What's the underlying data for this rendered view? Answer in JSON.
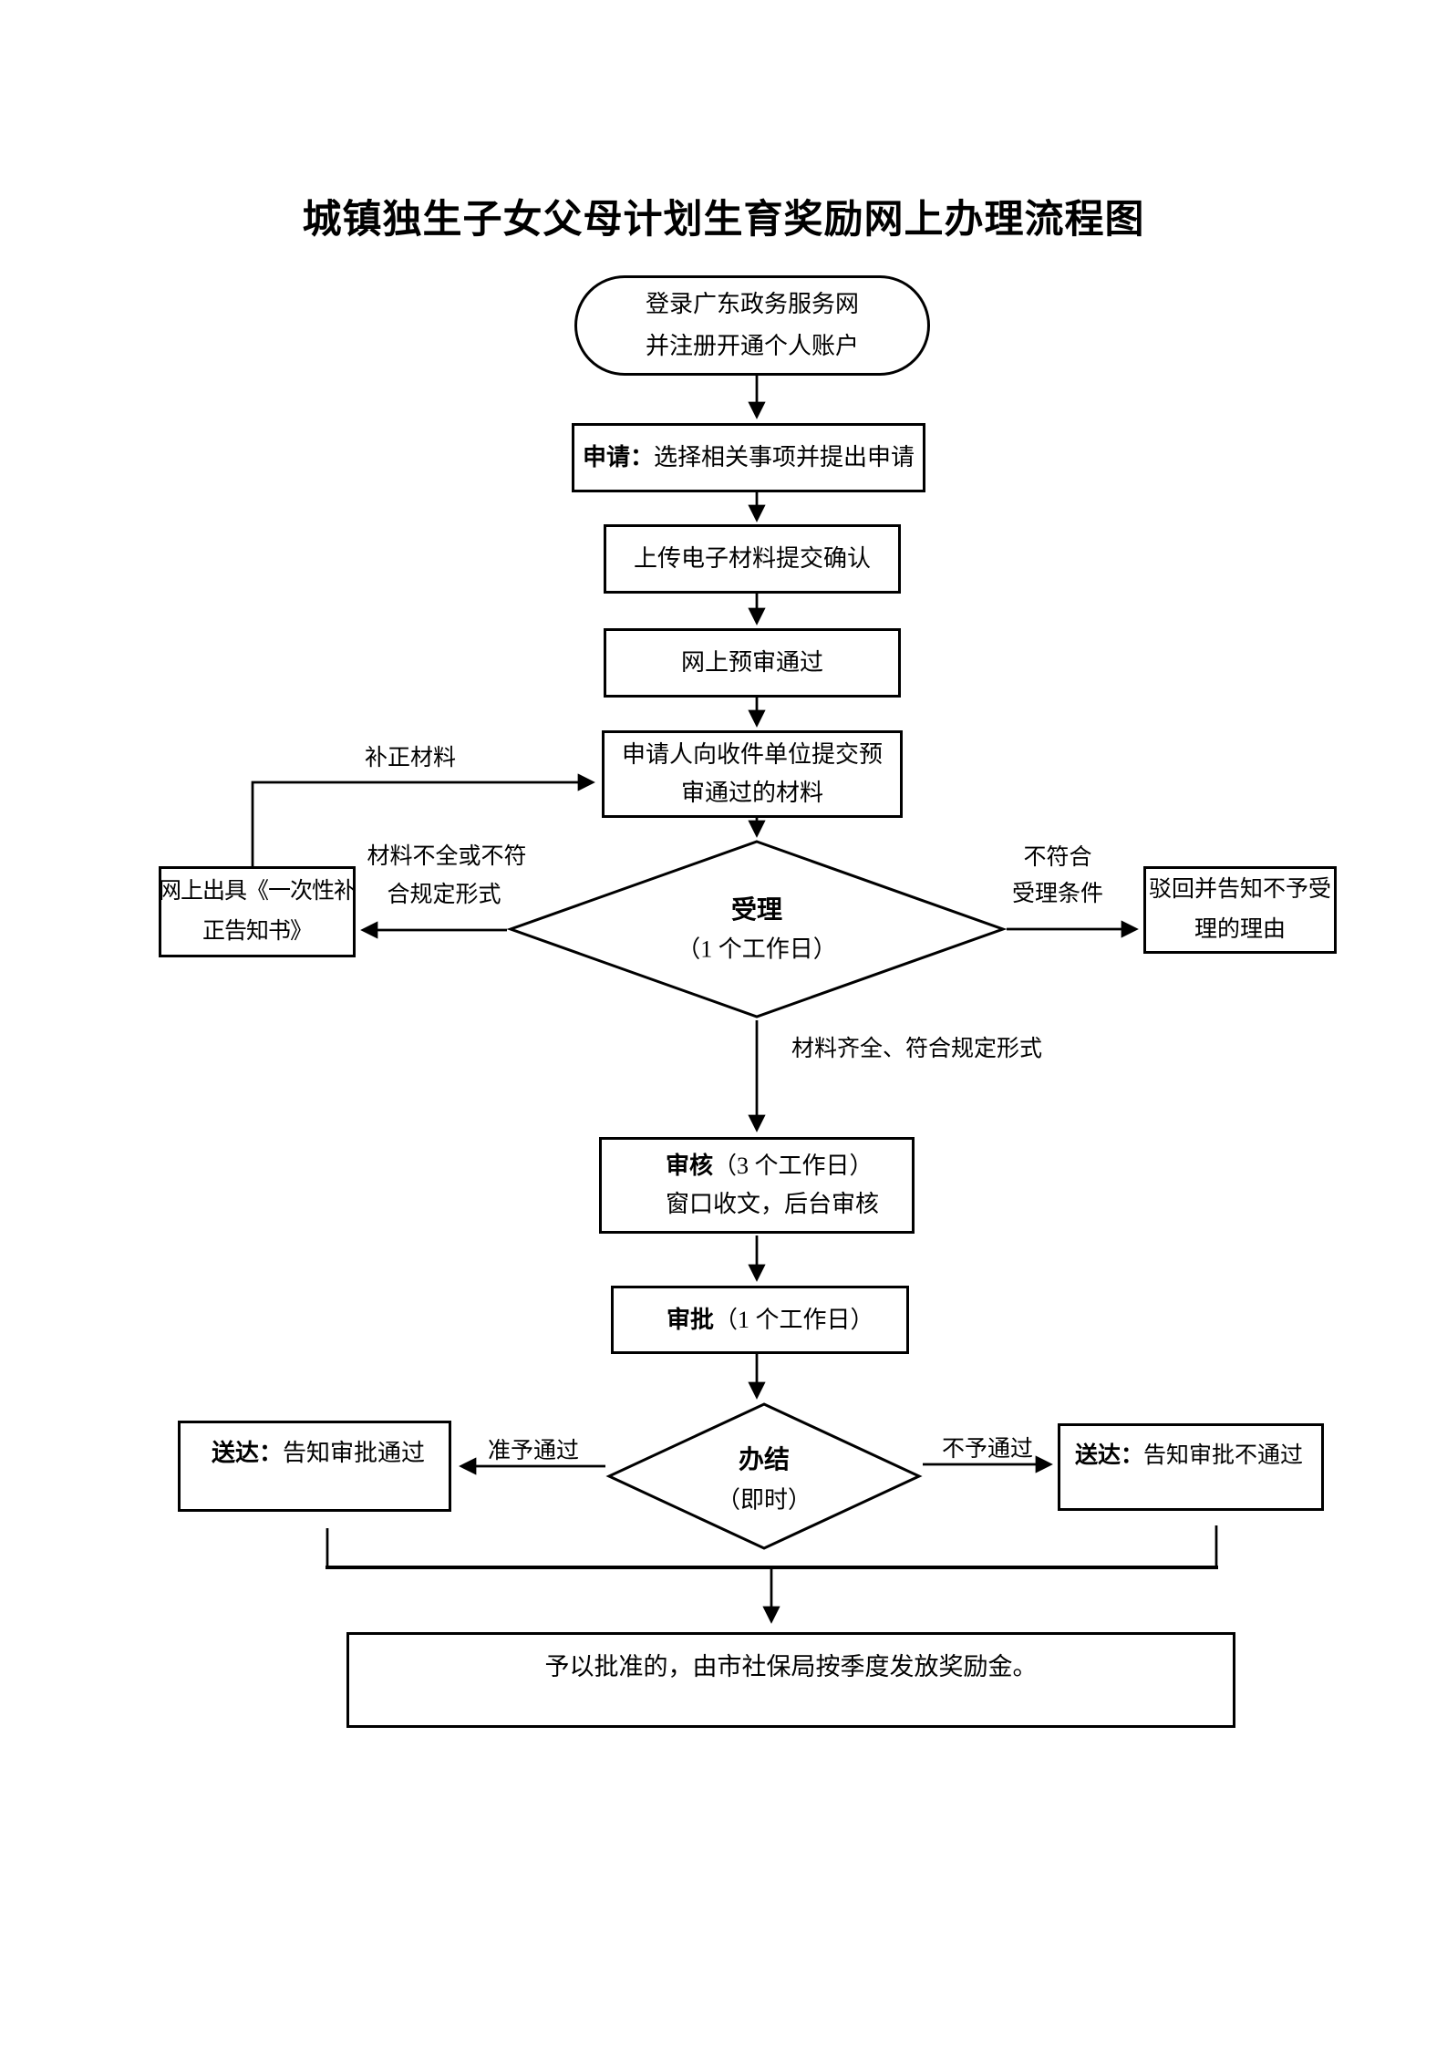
{
  "page": {
    "background": "#ffffff",
    "ink": "#000000"
  },
  "title": "城镇独生子女父母计划生育奖励网上办理流程图",
  "nodes": {
    "start": {
      "line1": "登录广东政务服务网",
      "line2": "并注册开通个人账户"
    },
    "apply": {
      "bold": "申请：",
      "text": "选择相关事项并提出申请"
    },
    "upload": {
      "text": "上传电子材料提交确认"
    },
    "preaudit": {
      "text": "网上预审通过"
    },
    "submit": {
      "line1": "申请人向收件单位提交预",
      "line2": "审通过的材料"
    },
    "accept": {
      "title": "受理",
      "subtitle": "（1 个工作日）"
    },
    "supplement": {
      "line1": "网上出具《一次性补",
      "line2": "正告知书》"
    },
    "reject": {
      "line1": "驳回并告知不予受",
      "line2": "理的理由"
    },
    "review": {
      "bold": "审核",
      "head": "（3 个工作日）",
      "line2": "窗口收文，后台审核"
    },
    "approve": {
      "bold": "审批",
      "text": "（1 个工作日）"
    },
    "close": {
      "title": "办结",
      "subtitle": "（即时）"
    },
    "deliver_pass": {
      "bold": "送达：",
      "text": "告知审批通过"
    },
    "deliver_fail": {
      "bold": "送达：",
      "text": "告知审批不通过"
    },
    "grant": {
      "text": "予以批准的，由市社保局按季度发放奖励金。"
    }
  },
  "labels": {
    "supplement_material": "补正材料",
    "incomplete_line1": "材料不全或不符",
    "incomplete_line2": "合规定形式",
    "unqualified_line1": "不符合",
    "unqualified_line2": "受理条件",
    "complete": "材料齐全、符合规定形式",
    "approved": "准予通过",
    "rejected": "不予通过"
  }
}
